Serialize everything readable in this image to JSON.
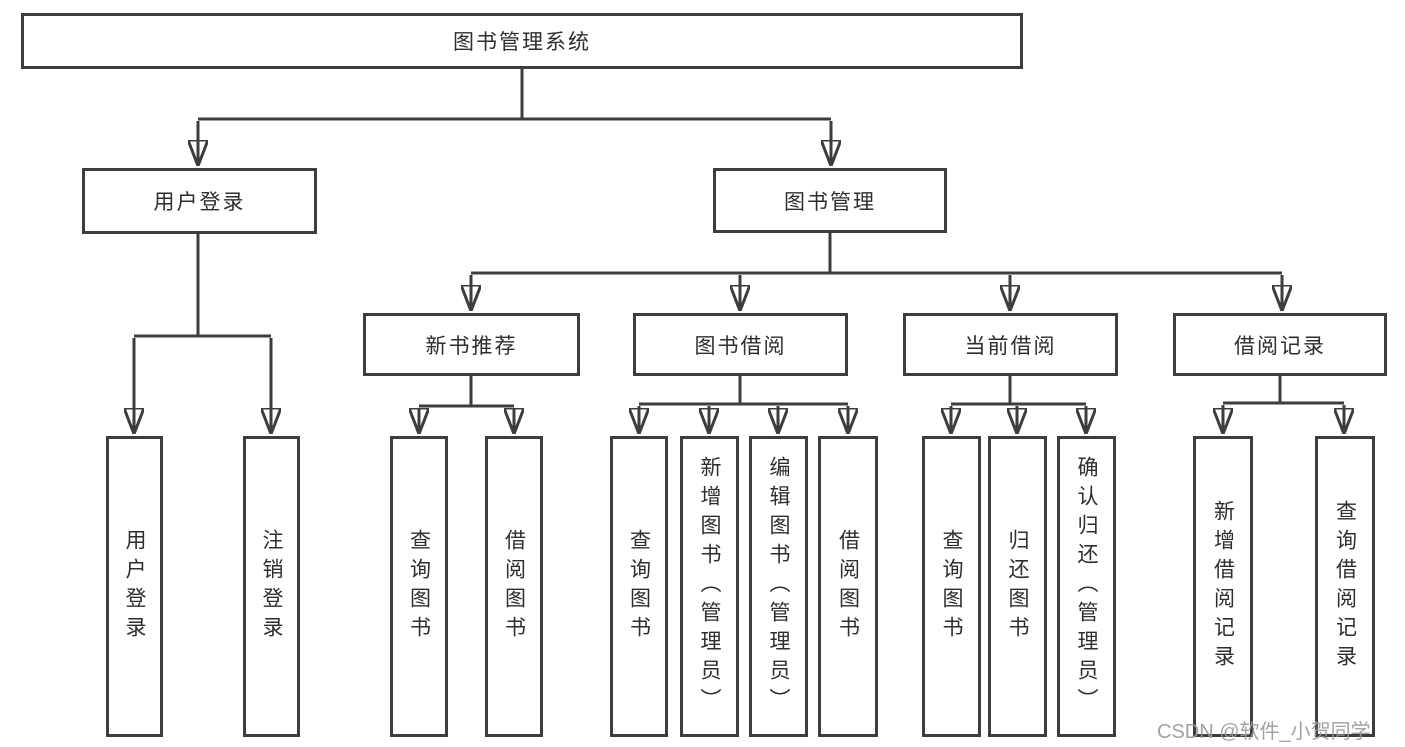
{
  "page": {
    "background": "#ffffff"
  },
  "colors": {
    "line": "#3d3d3d",
    "box_border": "#3d3d3d",
    "text": "#2e2e2e",
    "watermark": "#9b9b9b"
  },
  "nodes": {
    "root": "图书管理系统",
    "user_login": "用户登录",
    "book_management": "图书管理",
    "new_book_recommend": "新书推荐",
    "book_borrow": "图书借阅",
    "current_borrow": "当前借阅",
    "borrow_records": "借阅记录",
    "leaf_user_login": "用户登录",
    "leaf_logout": "注销登录",
    "leaf_query_book_recommend": "查询图书",
    "leaf_borrow_book_recommend": "借阅图书",
    "leaf_query_book_borrow": "查询图书",
    "leaf_add_book_admin": "新增图书（管理员）",
    "leaf_edit_book_admin": "编辑图书（管理员）",
    "leaf_borrow_book_borrow": "借阅图书",
    "leaf_query_book_current": "查询图书",
    "leaf_return_book": "归还图书",
    "leaf_confirm_return_admin": "确认归还（管理员）",
    "leaf_add_borrow_record": "新增借阅记录",
    "leaf_query_borrow_record": "查询借阅记录"
  },
  "watermark": {
    "text": "CSDN @软件_小贺同学"
  }
}
